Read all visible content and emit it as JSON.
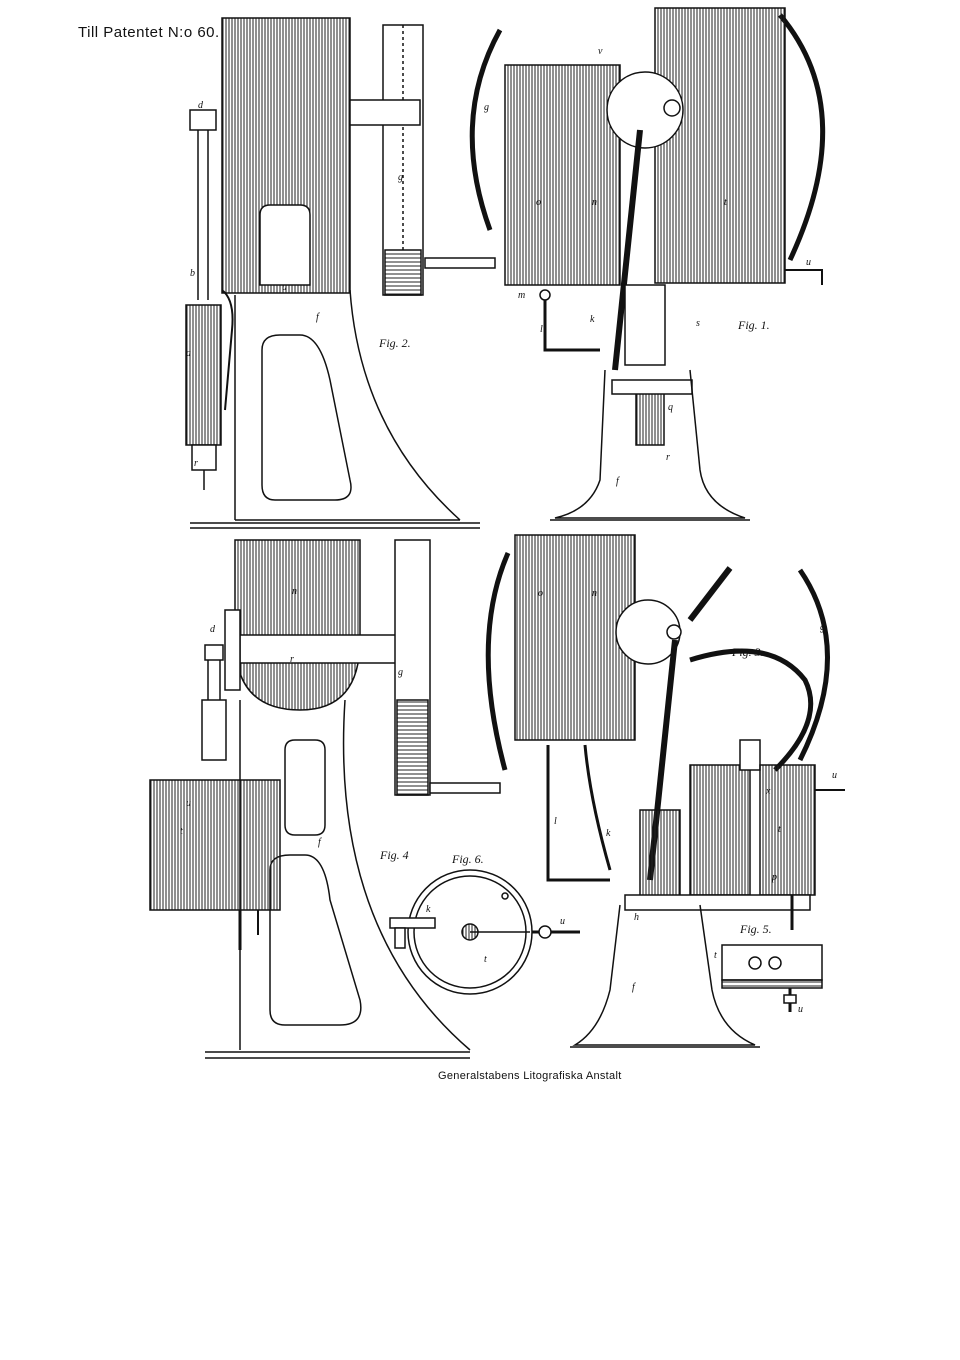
{
  "header": {
    "title": "Till Patentet N:o 60."
  },
  "footer": {
    "credit": "Generalstabens Litografiska Anstalt"
  },
  "figures": {
    "fig1": {
      "label": "Fig. 1."
    },
    "fig2": {
      "label": "Fig. 2."
    },
    "fig3": {
      "label": "Fig. 3."
    },
    "fig4": {
      "label": "Fig. 4"
    },
    "fig5": {
      "label": "Fig. 5."
    },
    "fig6": {
      "label": "Fig. 6."
    }
  },
  "part_letters": [
    "a",
    "b",
    "c",
    "d",
    "e",
    "f",
    "g",
    "h",
    "k",
    "l",
    "m",
    "n",
    "o",
    "p",
    "q",
    "r",
    "s",
    "t",
    "u",
    "v",
    "x"
  ],
  "colors": {
    "ink": "#111111",
    "paper": "#ffffff"
  }
}
